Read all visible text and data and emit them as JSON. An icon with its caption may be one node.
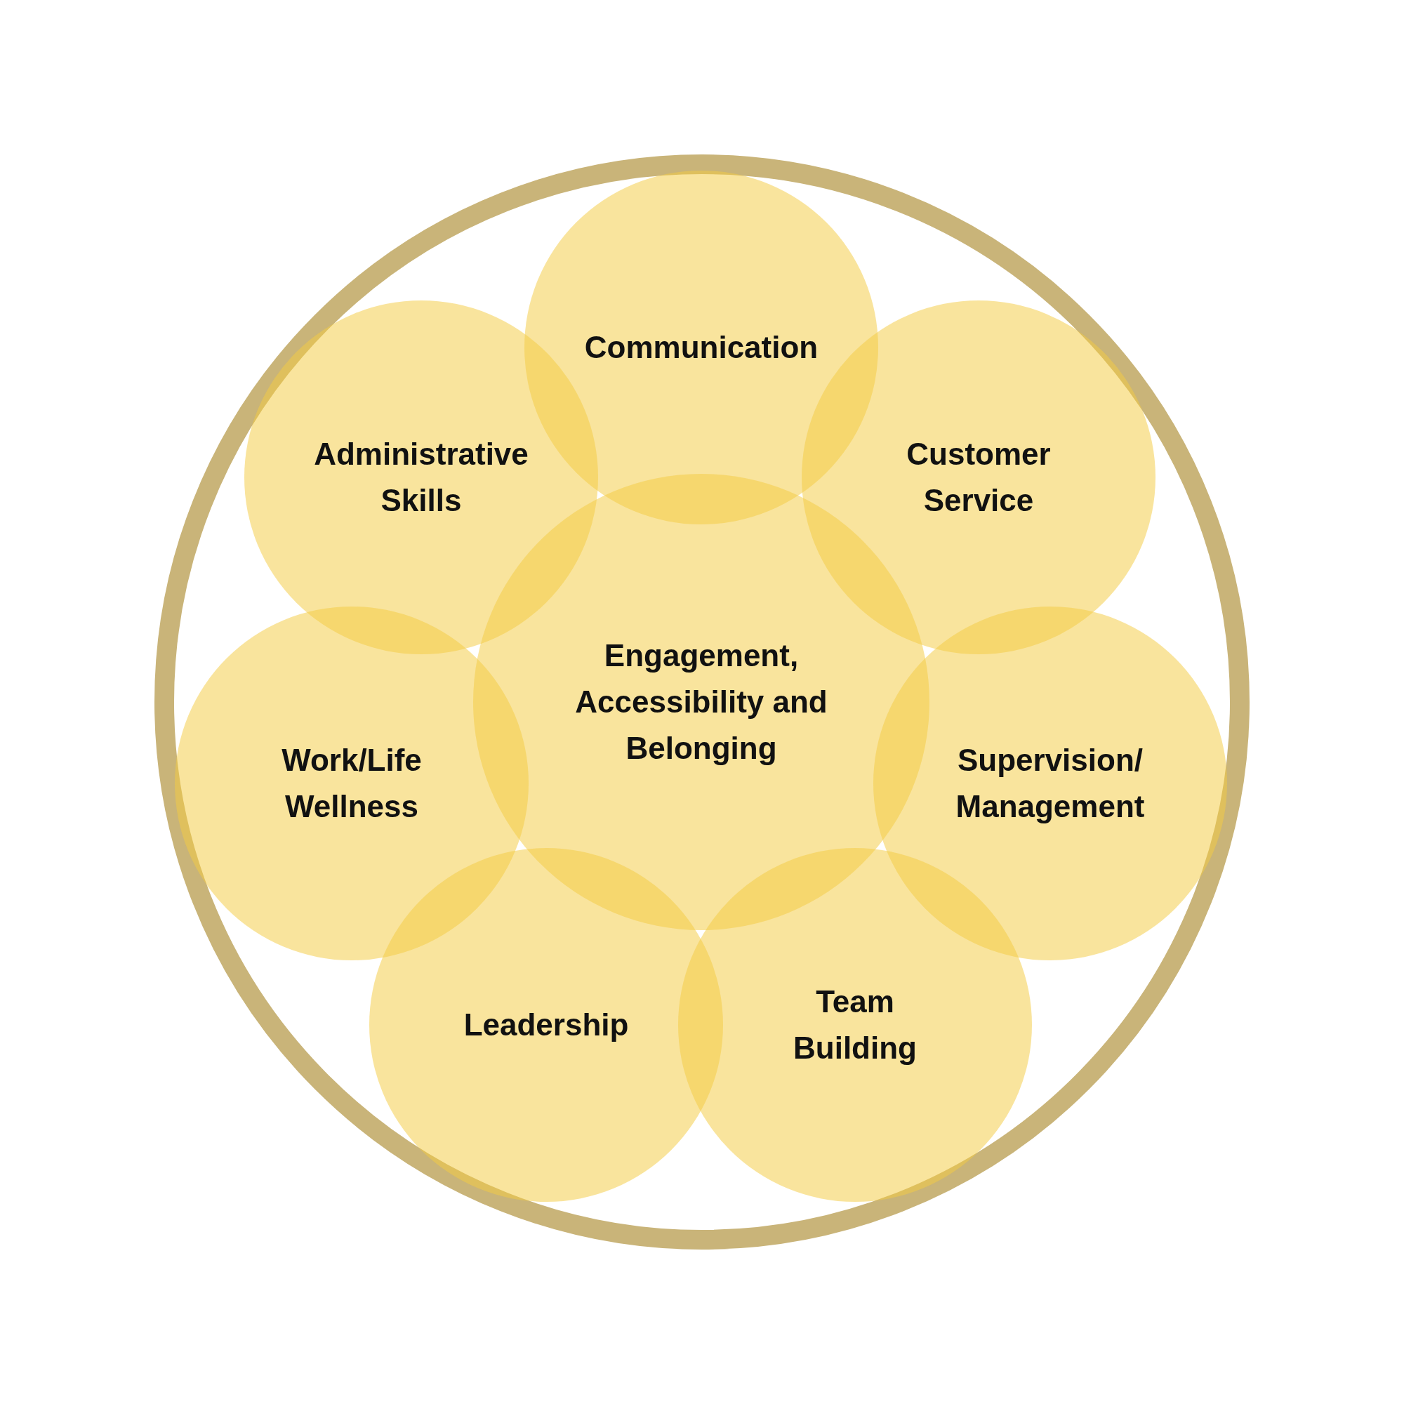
{
  "diagram": {
    "nodes": [
      {
        "text": [
          "Communication"
        ]
      },
      {
        "text": [
          "Administrative Skills"
        ]
      },
      {
        "text": [
          "Customer Service"
        ]
      },
      {
        "text": [
          "Engagement, Accessibility and Belonging"
        ]
      },
      {
        "text": [
          "Work/Life Wellness"
        ]
      },
      {
        "text": [
          "Supervision/ Management"
        ]
      },
      {
        "text": [
          "Leadership"
        ]
      },
      {
        "text": [
          "Team Building"
        ]
      }
    ],
    "edges": []
  }
}
